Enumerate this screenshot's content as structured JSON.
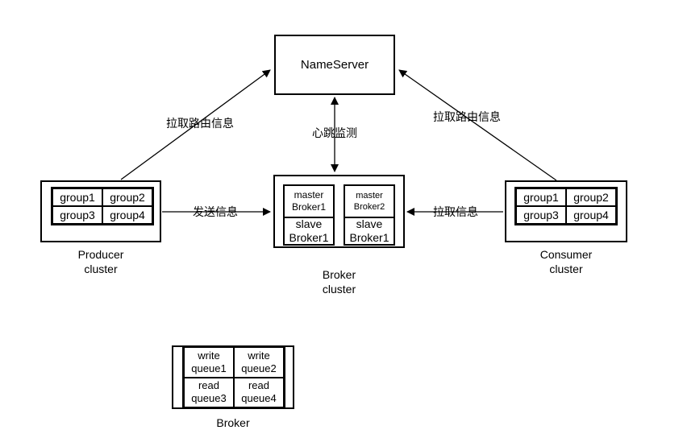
{
  "nameserver": {
    "label": "NameServer"
  },
  "producer_cluster": {
    "label": "Producer\ncluster",
    "groups": [
      "group1",
      "group2",
      "group3",
      "group4"
    ]
  },
  "consumer_cluster": {
    "label": "Consumer\ncluster",
    "groups": [
      "group1",
      "group2",
      "group3",
      "group4"
    ]
  },
  "broker_cluster": {
    "label": "Broker\ncluster",
    "nodes": [
      {
        "master": "master\nBroker1",
        "slave": "slave\nBroker1"
      },
      {
        "master": "master\nBroker2",
        "slave": "slave\nBroker1"
      }
    ]
  },
  "broker": {
    "label": "Broker",
    "queues": [
      "write\nqueue1",
      "write\nqueue2",
      "read\nqueue3",
      "read\nqueue4"
    ]
  },
  "edge_labels": {
    "pull_route_left": "拉取路由信息",
    "pull_route_right": "拉取路由信息",
    "heartbeat": "心跳监测",
    "send": "发送信息",
    "pull": "拉取信息"
  },
  "colors": {
    "line": "#000000",
    "background": "#ffffff"
  }
}
